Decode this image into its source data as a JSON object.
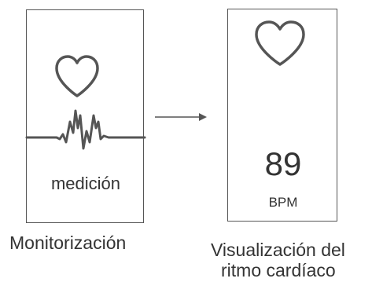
{
  "left_panel": {
    "measure_label": "medición"
  },
  "right_panel": {
    "bpm_value": "89",
    "bpm_unit": "BPM"
  },
  "captions": {
    "left": "Monitorización",
    "right_line1": "Visualización del",
    "right_line2": "ritmo cardíaco"
  },
  "icons": {
    "heart": "heart-outline-icon",
    "arrow": "right-arrow-icon",
    "pulse": "heartbeat-waveform-icon"
  },
  "colors": {
    "stroke": "#555555",
    "text": "#333333",
    "background": "#ffffff"
  }
}
